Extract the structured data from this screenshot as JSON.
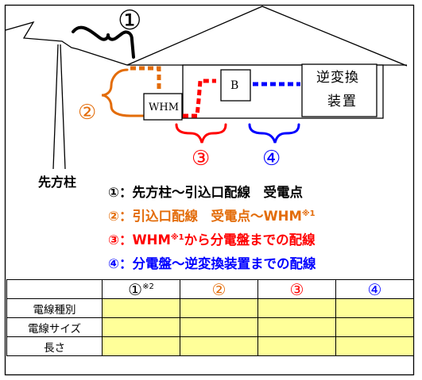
{
  "diagram": {
    "pole_label": "先方柱",
    "meter_label": "WHM",
    "breaker_label": "B",
    "inverter_label_line1": "逆変換",
    "inverter_label_line2": "装置",
    "marker1": "①",
    "marker2": "②",
    "marker3": "③",
    "marker4": "④",
    "colors": {
      "section1": "#000000",
      "section2": "#e36c09",
      "section3": "#ff0000",
      "section4": "#0000ff",
      "table_fill": "#ffff99"
    }
  },
  "legend": {
    "item1": {
      "num": "①",
      "text": "：先方柱～引込口配線　受電点"
    },
    "item2": {
      "num": "②",
      "text": "：引込口配線　受電点～WHM",
      "sup": "※1"
    },
    "item3": {
      "num": "③",
      "text_a": "：WHM",
      "sup": "※1",
      "text_b": "から分電盤までの配線"
    },
    "item4": {
      "num": "④",
      "text": "：分電盤～逆変換装置までの配線"
    }
  },
  "table": {
    "headers": [
      {
        "label": "①",
        "sup": "※2"
      },
      {
        "label": "②"
      },
      {
        "label": "③"
      },
      {
        "label": "④"
      }
    ],
    "rows": [
      {
        "label": "電線種別",
        "cells": [
          "",
          "",
          "",
          ""
        ]
      },
      {
        "label": "電線サイズ",
        "cells": [
          "",
          "",
          "",
          ""
        ]
      },
      {
        "label": "長さ",
        "cells": [
          "",
          "",
          "",
          ""
        ]
      }
    ]
  }
}
